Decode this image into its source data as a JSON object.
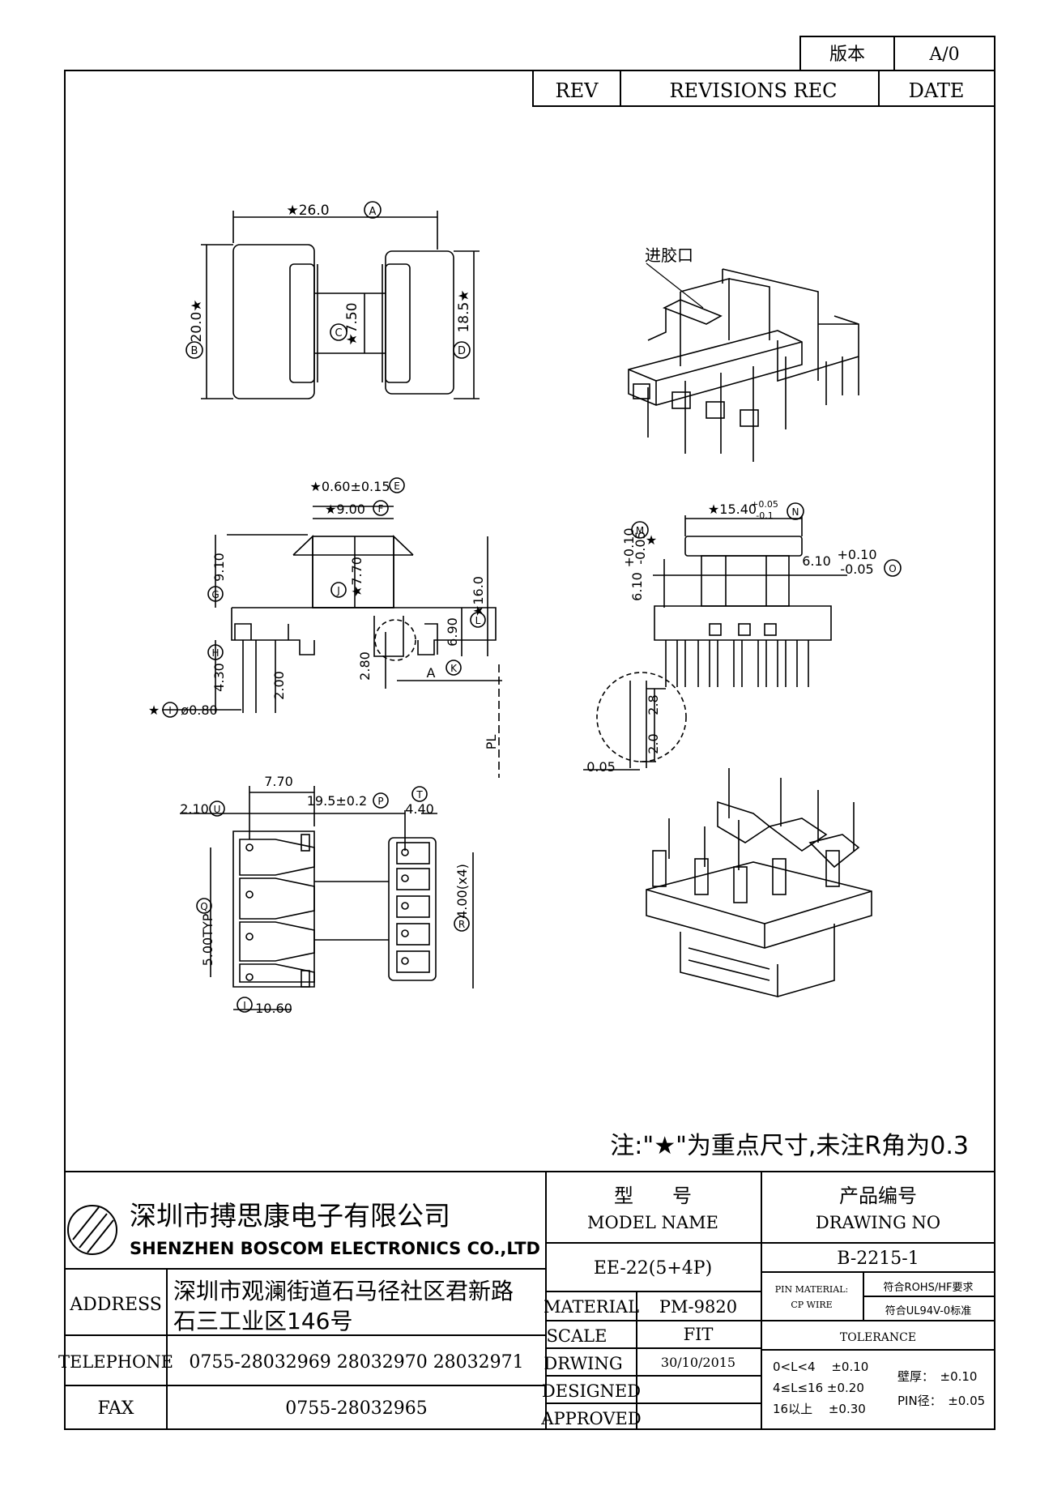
{
  "rev_box": {
    "version_label": "版本",
    "version_value": "A/0",
    "rev": "REV",
    "revisions_rec": "REVISIONS REC",
    "date": "DATE"
  },
  "note": "注:\"★\"为重点尺寸,未注R角为0.3",
  "callouts": {
    "gate": "进胶口",
    "section_a": "A",
    "parting_line": "PL"
  },
  "dimensions": {
    "top": {
      "width": "★26.0",
      "width_tag": "A",
      "height_left": "20.0★",
      "height_left_tag": "B",
      "core": "★7.50",
      "core_tag": "C",
      "height_right": "18.5★",
      "height_right_tag": "D"
    },
    "side": {
      "flange": "★0.60±0.15",
      "flange_tag": "E",
      "inner": "★9.00",
      "inner_tag": "F",
      "h_left": "9.10",
      "h_left_tag": "G",
      "core_h": "★7.70",
      "core_h_tag": "J",
      "pin_len": "4.30",
      "pin_len_tag": "H",
      "pin_dia": "★",
      "pin_dia_value": "ø0.80",
      "pin_dia_tag": "I",
      "base": "2.00",
      "step": "2.80",
      "total": "★16.0",
      "total_tag": "L",
      "shoulder": "6.90",
      "shoulder_tag": "K"
    },
    "front": {
      "width": "★15.40",
      "width_tol_up": "+0.05",
      "width_tol_dn": "-0.1",
      "width_tag": "N",
      "tag_m": "M",
      "left_dim": "6.10",
      "left_tol_up": "+0.10",
      "left_tol_dn": "-0.05",
      "star": "★",
      "right_dim": "6.10",
      "right_tol_up": "+0.10",
      "right_tol_dn": "-0.05",
      "right_tag": "O"
    },
    "detail": {
      "d1": "2.8",
      "d2": "2.0",
      "d3": "0.05"
    },
    "bottom": {
      "d770": "7.70",
      "d210": "2.10",
      "d210_tag": "U",
      "d195": "19.5±0.2",
      "d195_tag": "P",
      "d440": "4.40",
      "d440_tag": "T",
      "pitch_l": "5.00TYP",
      "pitch_l_tag": "Q",
      "pitch_r": "4.00(x4)",
      "pitch_r_tag": "R",
      "d1060": "10.60",
      "d1060_tag": "I"
    }
  },
  "company": {
    "name_cn": "深圳市搏思康电子有限公司",
    "name_en": "SHENZHEN BOSCOM ELECTRONICS CO.,LTD"
  },
  "address": {
    "label": "ADDRESS",
    "line1": "深圳市观澜街道石马径社区君新路",
    "line2": "石三工业区146号"
  },
  "telephone": {
    "label": "TELEPHONE",
    "value": "0755-28032969 28032970 28032971"
  },
  "fax": {
    "label": "FAX",
    "value": "0755-28032965"
  },
  "model": {
    "label_cn": "型　　号",
    "label_en": "MODEL NAME",
    "value": "EE-22(5+4P)"
  },
  "drawing_no": {
    "label_cn": "产品编号",
    "label_en": "DRAWING NO",
    "value": "B-2215-1"
  },
  "material": {
    "label": "MATERIAL",
    "value": "PM-9820"
  },
  "scale": {
    "label": "SCALE",
    "value": "FIT"
  },
  "drwing": {
    "label": "DRWING",
    "value": "30/10/2015"
  },
  "designed": {
    "label": "DESIGNED",
    "value": ""
  },
  "approved": {
    "label": "APPROVED",
    "value": ""
  },
  "pin_material": {
    "label1": "PIN MATERIAL:",
    "label2": "CP WIRE",
    "spec1": "符合ROHS/HF要求",
    "spec2": "符合UL94V-0标准"
  },
  "tolerance": {
    "title": "TOLERANCE",
    "r1": "0<L<4　 ±0.10",
    "r2": "4≤L≤16 ±0.20",
    "r3": "16以上 　±0.30",
    "wall": "壁厚：　±0.10",
    "pin": "PIN径：　±0.05"
  }
}
